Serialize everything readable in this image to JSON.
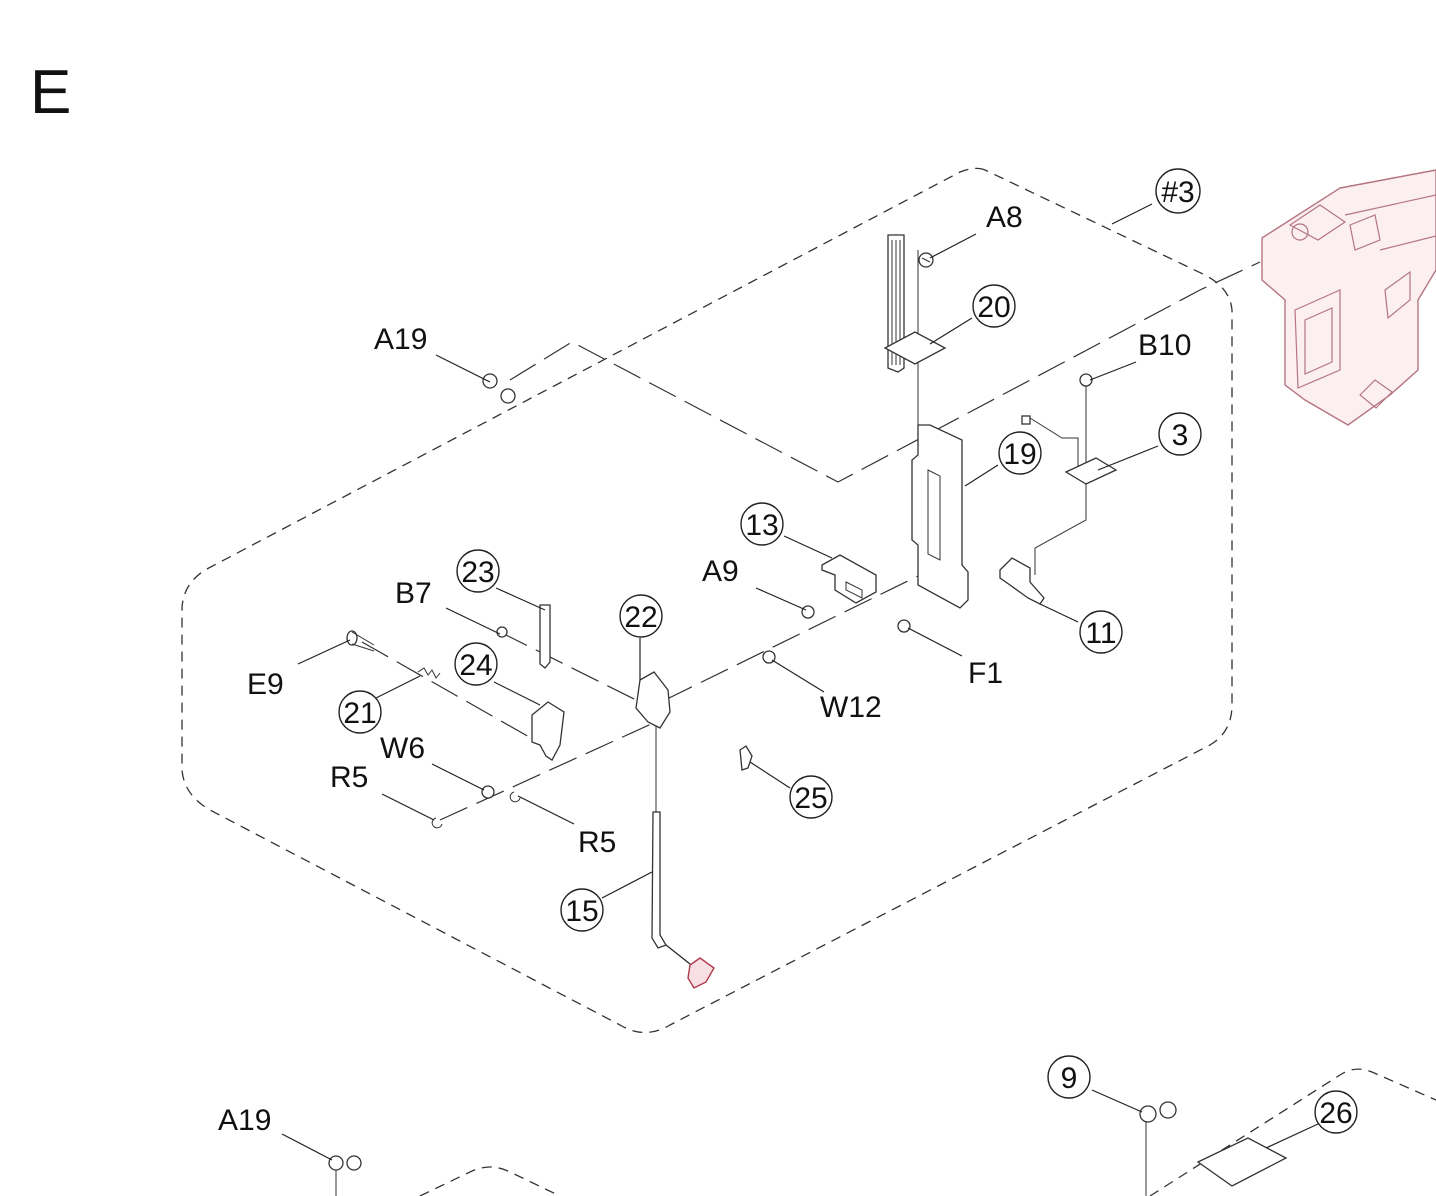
{
  "section_letter": "E",
  "callouts": {
    "a8": "A8",
    "a19_top": "A19",
    "b10": "B10",
    "a9": "A9",
    "b7": "B7",
    "e9": "E9",
    "w6": "W6",
    "r5_left": "R5",
    "r5_right": "R5",
    "w12": "W12",
    "f1": "F1",
    "a19_bottom": "A19"
  },
  "circled_callouts": {
    "c3": "#3",
    "c20": "20",
    "c19": "19",
    "c3b": "3",
    "c13": "13",
    "c23": "23",
    "c22": "22",
    "c24": "24",
    "c21": "21",
    "c11": "11",
    "c25": "25",
    "c15": "15",
    "c9": "9",
    "c26": "26"
  },
  "colors": {
    "frame_stroke": "#b57682",
    "frame_fill": "#fbeff1",
    "highlight_part": "#b03a4d"
  }
}
